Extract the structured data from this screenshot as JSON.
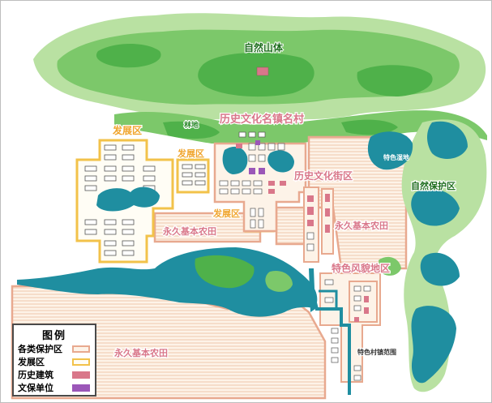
{
  "labels": {
    "natural_mountain": "自然山体",
    "forest": "林地",
    "historic_town": "历史文化名镇名村",
    "development_w": "发展区",
    "development_c": "发展区",
    "development_s": "发展区",
    "historic_street": "历史文化街区",
    "farmland_c": "永久基本农田",
    "farmland_e": "永久基本农田",
    "farmland_sw": "永久基本农田",
    "wetland": "特色湿地",
    "nature_reserve": "自然保护区",
    "scenic_area": "特色风貌地区",
    "village_core": "特色村镇范围"
  },
  "legend": {
    "title": "图例",
    "items": [
      {
        "label": "各类保护区",
        "swatch": "outline",
        "color": "#e8a98f"
      },
      {
        "label": "发展区",
        "swatch": "outline",
        "color": "#f2c24a"
      },
      {
        "label": "历史建筑",
        "swatch": "fill",
        "color": "#d9778a"
      },
      {
        "label": "文保单位",
        "swatch": "fill",
        "color": "#9b57b8"
      }
    ]
  },
  "colors": {
    "water": "#1f8ea0",
    "green_dark": "#4fb14a",
    "green_mid": "#7cc86a",
    "green_light": "#b9e1a2",
    "farmland_border": "#e8a98f",
    "development_border": "#f2c24a",
    "label_pink": "#d9778a",
    "label_orange": "#f0a52e",
    "label_green": "#2e8b2e"
  }
}
